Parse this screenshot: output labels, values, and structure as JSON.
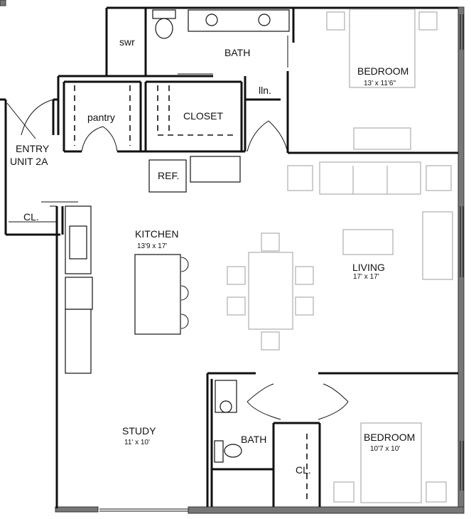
{
  "plan": {
    "rooms": {
      "bath_main": {
        "name": "BATH"
      },
      "shower": {
        "name": "swr"
      },
      "linen": {
        "name": "lln."
      },
      "bedroom_main": {
        "name": "BEDROOM",
        "dims": "13' x 11'6\""
      },
      "pantry": {
        "name": "pantry"
      },
      "closet": {
        "name": "CLOSET"
      },
      "entry": {
        "name": "ENTRY",
        "unit": "UNIT 2A"
      },
      "entry_closet": {
        "name": "CL."
      },
      "refrigerator": {
        "name": "REF."
      },
      "kitchen": {
        "name": "KITCHEN",
        "dims": "13'9 x 17'"
      },
      "living": {
        "name": "LIVING",
        "dims": "17' x 17'"
      },
      "study": {
        "name": "STUDY",
        "dims": "11' x 10'"
      },
      "bath_small": {
        "name": "BATH"
      },
      "bedroom_closet": {
        "name": "CL."
      },
      "bedroom_second": {
        "name": "BEDROOM",
        "dims": "10'7 x 10'"
      }
    },
    "colors": {
      "wall": "#111111",
      "exterior_wall": "#777777",
      "furniture": "#b9b9b9"
    }
  }
}
